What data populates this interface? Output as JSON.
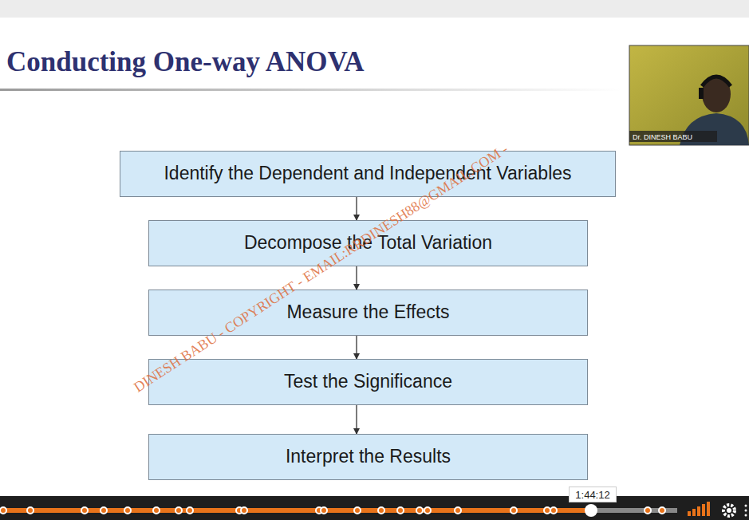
{
  "diagram": {
    "title": "Conducting One-way ANOVA",
    "nodes": [
      {
        "text": [
          "Identify the Dependent and Independent Variables"
        ]
      },
      {
        "text": [
          "Decompose the Total Variation"
        ]
      },
      {
        "text": [
          "Measure the Effects"
        ]
      },
      {
        "text": [
          "Test the Significance"
        ]
      },
      {
        "text": [
          "Interpret the Results"
        ]
      }
    ],
    "edges": [
      {
        "from": 0,
        "to": 1,
        "arrow": "to"
      },
      {
        "from": 1,
        "to": 2,
        "arrow": "to"
      },
      {
        "from": 2,
        "to": 3,
        "arrow": "to"
      },
      {
        "from": 3,
        "to": 4,
        "arrow": "to"
      }
    ],
    "labels": [
      "DINESH BABU - COPYRIGHT - EMAIL:RRDINESH88@GMAIL.COM -",
      "Dr. DINESH BABU",
      "1:44:12"
    ]
  }
}
